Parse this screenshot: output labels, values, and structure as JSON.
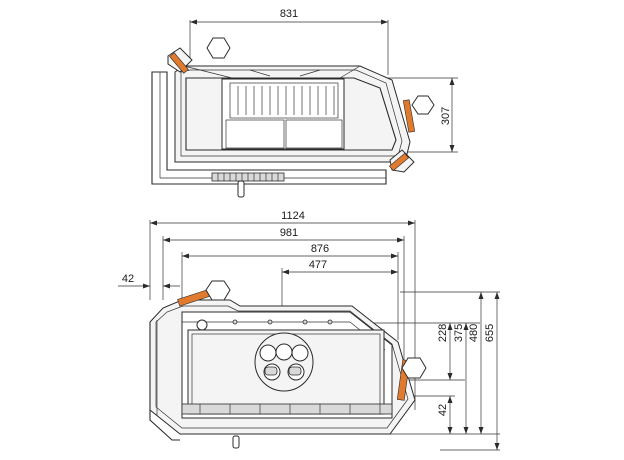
{
  "top_view": {
    "width_label": "831",
    "depth_label": "307"
  },
  "front_view": {
    "overall_width_label": "1124",
    "body_width_label": "981",
    "glass_width_label": "876",
    "outlet_offset_label": "477",
    "left_offset_label": "42",
    "bottom_offset_label": "42",
    "outlet_height_label": "228",
    "glass_height_label": "375",
    "body_height_label": "480",
    "overall_height_label": "655"
  },
  "colors": {
    "line": "#2b2b2b",
    "accent": "#e07a2e",
    "panel": "#f4f4f4"
  }
}
